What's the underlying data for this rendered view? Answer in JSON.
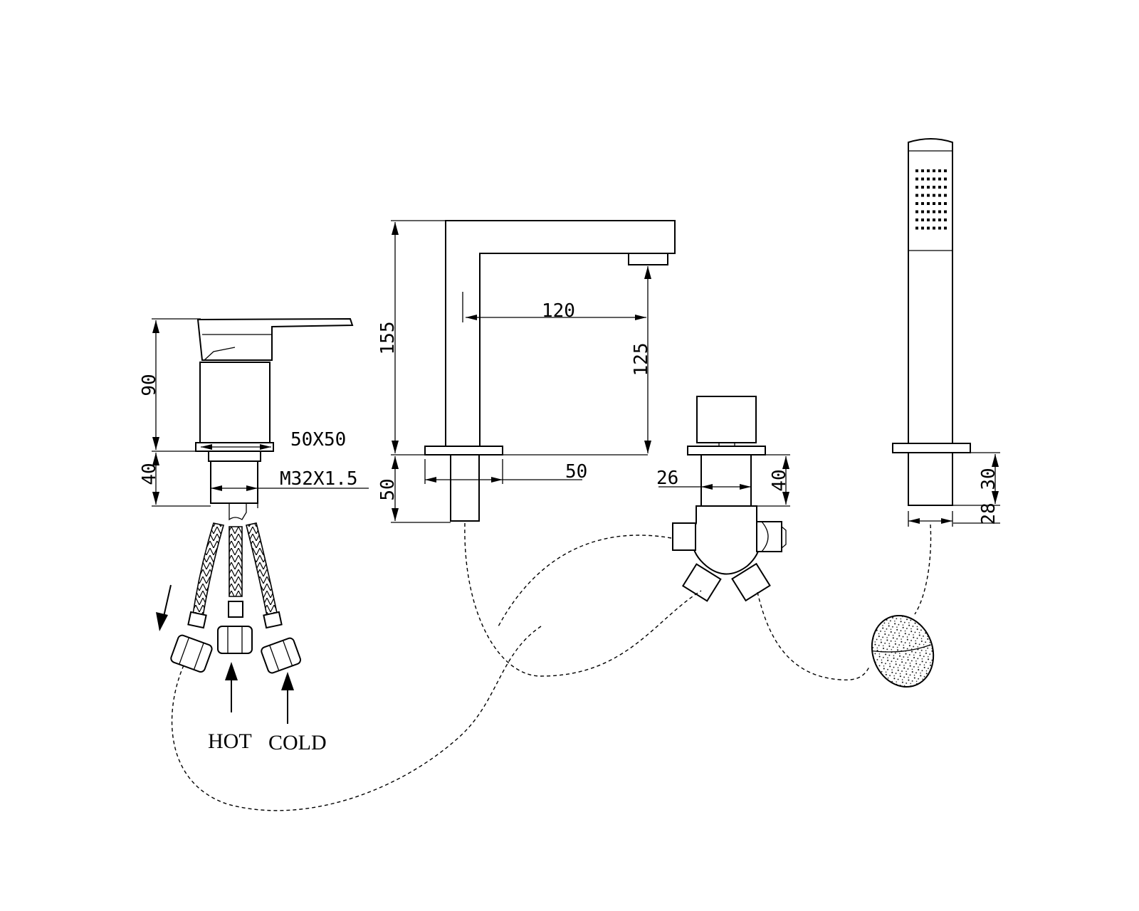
{
  "dimensions": {
    "mixer_height": "90",
    "mixer_base": "50X50",
    "mixer_shank": "40",
    "mixer_thread": "M32X1.5",
    "spout_height": "155",
    "spout_reach": "120",
    "spout_outlet_height": "125",
    "spout_shank": "50",
    "spout_base_width": "50",
    "diverter_width": "26",
    "diverter_shank": "40",
    "shower_shank": "30",
    "shower_diameter": "28"
  },
  "labels": {
    "hot": "HOT",
    "cold": "COLD"
  }
}
